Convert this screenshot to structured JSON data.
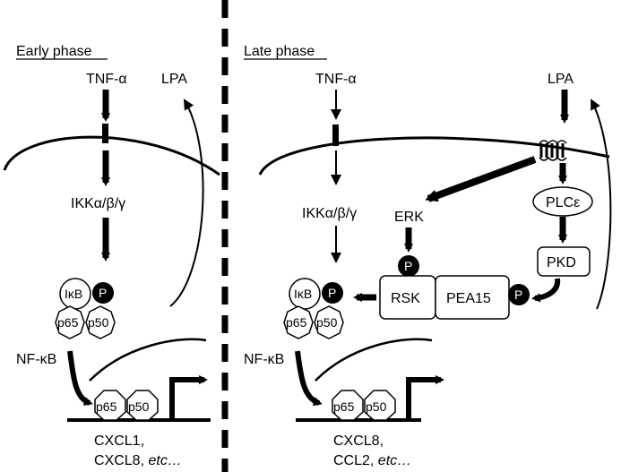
{
  "early": {
    "heading": "Early phase",
    "tnf": "TNF-α",
    "lpa": "LPA",
    "ikk": "IKKα/β/γ",
    "ikb": "IκB",
    "p": "P",
    "p65": "p65",
    "p50": "p50",
    "nfkb": "NF-κB",
    "promoter_p65": "p65",
    "promoter_p50": "p50",
    "genes_line1": "CXCL1,",
    "genes_line2_a": "CXCL8, ",
    "genes_line2_b": "etc…"
  },
  "late": {
    "heading": "Late phase",
    "tnf": "TNF-α",
    "lpa": "LPA",
    "ikk": "IKKα/β/γ",
    "erk": "ERK",
    "plc": "PLCε",
    "pkd": "PKD",
    "rsk": "RSK",
    "pea15": "PEA15",
    "p_erk": "P",
    "p_pea": "P",
    "ikb": "IκB",
    "p": "P",
    "p65": "p65",
    "p50": "p50",
    "nfkb": "NF-κB",
    "promoter_p65": "p65",
    "promoter_p50": "p50",
    "genes_line1": "CXCL8,",
    "genes_line2_a": "CCL2,   ",
    "genes_line2_b": "etc…"
  }
}
